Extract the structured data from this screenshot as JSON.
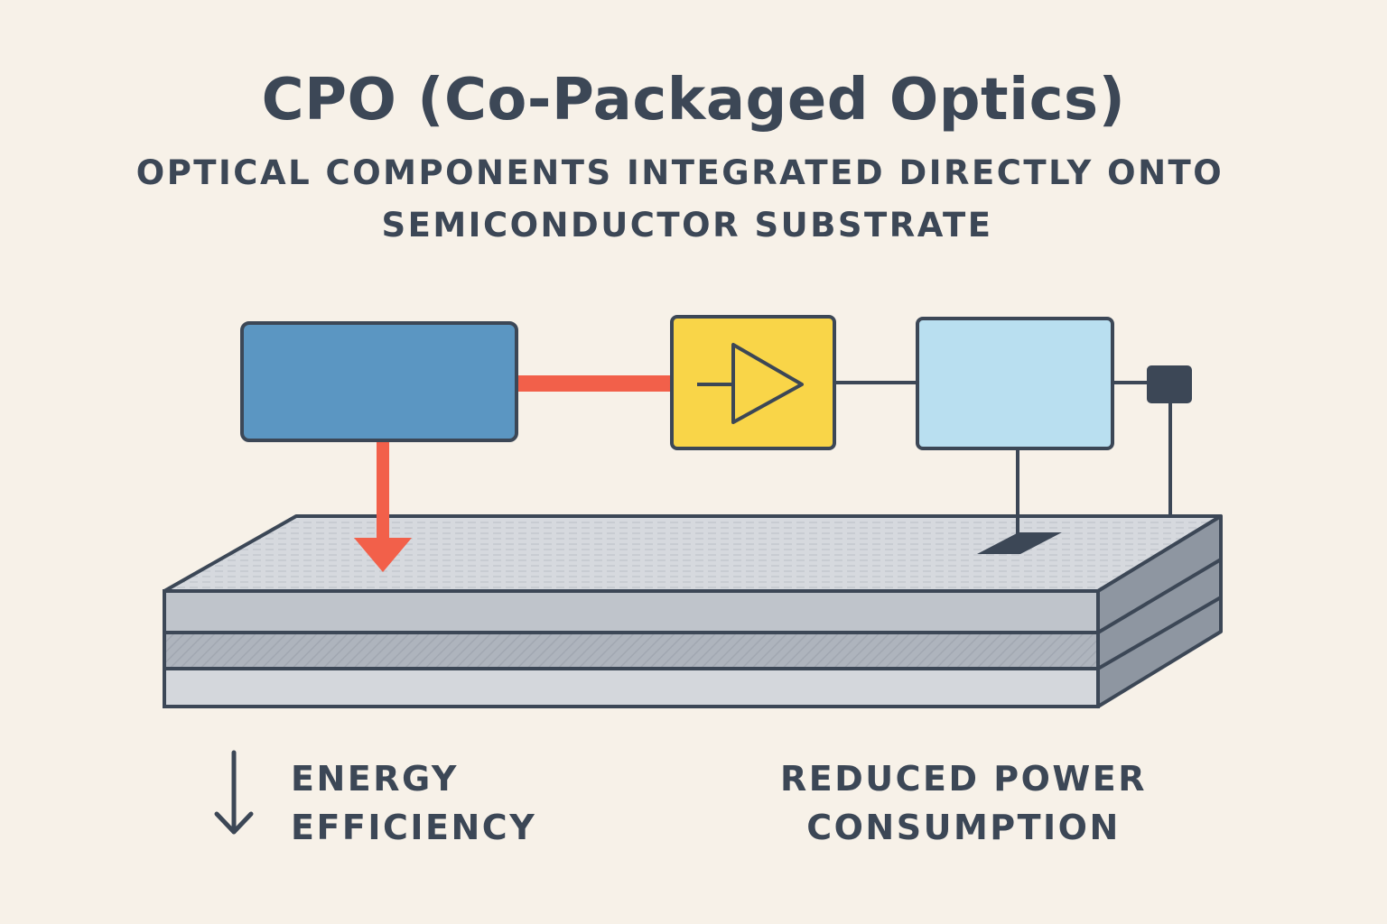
{
  "title": "CPO (Co-Packaged Optics)",
  "subtitle": {
    "line1": "OPTICAL COMPONENTS INTEGRATED DIRECTLY ONTO",
    "line2": "SEMICONDUCTOR SUBSTRATE"
  },
  "captions": {
    "left": {
      "icon": "down-arrow-icon",
      "line1": "ENERGY",
      "line2": "EFFICIENCY"
    },
    "right": {
      "line1": "REDUCED POWER",
      "line2": "CONSUMPTION"
    }
  },
  "colors": {
    "background": "#f7f1e8",
    "text": "#3c4756",
    "laser_block": "#5b96c2",
    "amplifier_block": "#f9d548",
    "receiver_block": "#b9dff0",
    "optical_link": "#f2604a",
    "substrate_top": "#d4d7dc",
    "substrate_layer": "#b9bec6",
    "substrate_side": "#8e96a1"
  },
  "icons": {
    "amplifier": "amplifier-triangle-icon",
    "connector": "connector-pad-icon"
  }
}
